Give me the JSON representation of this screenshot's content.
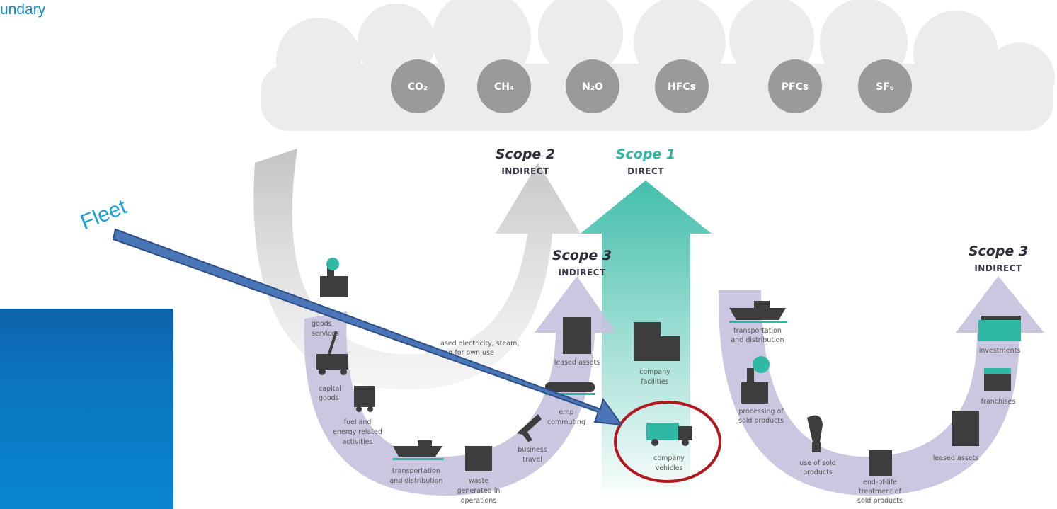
{
  "title": "undary",
  "fleet_label": "Fleet",
  "gases": [
    "CO₂",
    "CH₄",
    "N₂O",
    "HFCs",
    "PFCs",
    "SF₆"
  ],
  "scope2": {
    "title": "Scope 2",
    "sub": "INDIRECT"
  },
  "scope1": {
    "title": "Scope 1",
    "sub": "DIRECT"
  },
  "scope3_left": {
    "title": "Scope 3",
    "sub": "INDIRECT"
  },
  "scope3_right": {
    "title": "Scope 3",
    "sub": "INDIRECT"
  },
  "left_items": {
    "goods": [
      "goods",
      "services"
    ],
    "capital_goods": [
      "capital",
      "goods"
    ],
    "fuel": [
      "fuel and",
      "energy related",
      "activities"
    ],
    "transport": [
      "transportation",
      "and distribution"
    ],
    "waste": [
      "waste",
      "generated in",
      "operations"
    ],
    "business_travel": [
      "business",
      "travel"
    ],
    "commuting": [
      "emp",
      "commuting"
    ],
    "leased_assets": [
      "leased assets"
    ],
    "purchased_electricity": [
      "ased electricity, steam,",
      "ling for own use"
    ]
  },
  "center_items": {
    "company_facilities": [
      "company",
      "facilities"
    ],
    "company_vehicles": [
      "company",
      "vehicles"
    ]
  },
  "right_items": {
    "transport": [
      "transportation",
      "and distribution"
    ],
    "processing": [
      "processing of",
      "sold products"
    ],
    "use_of_sold": [
      "use of sold",
      "products"
    ],
    "end_of_life": [
      "end-of-life",
      "treatment of",
      "sold products"
    ],
    "leased_assets": [
      "leased assets"
    ],
    "franchises": [
      "franchises"
    ],
    "investments": [
      "investments"
    ]
  },
  "colors": {
    "teal": "#2fb8a3",
    "lavender": "#c7c1de",
    "gray_arrow": "#c2c2c2",
    "accent_blue": "#4a76b8",
    "highlight_red": "#b3171e"
  }
}
